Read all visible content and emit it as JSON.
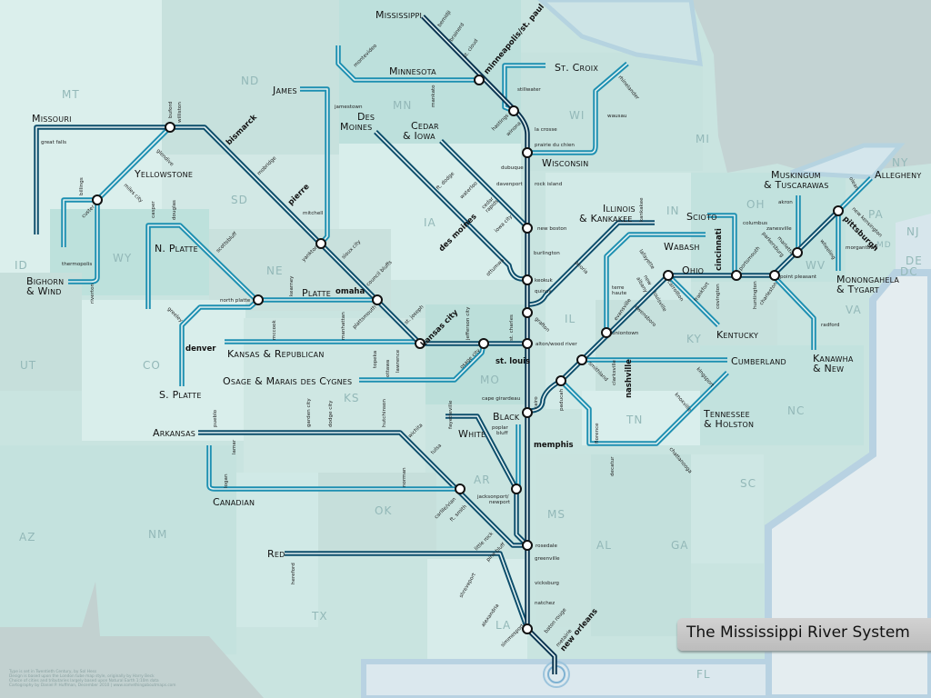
{
  "title": "The Mississippi River System",
  "credits": [
    "Type is set in Twentieth Century, by Sol Hess",
    "Design is based upon the London tube map style, originally by Harry Beck",
    "Choice of cities and tributaries largely based upon Natural Earth 1:10m data",
    "Cartography by Daniel P. Huffman, December 2010 | www.somethingaboutmaps.com"
  ],
  "colors": {
    "main_river": "#0c4d6b",
    "tributary": "#1d8fb1",
    "land": "#c9e4e0",
    "lakes": "#c3d3d3"
  },
  "states": {
    "MT": "MT",
    "ND": "ND",
    "MN": "MN",
    "WI": "WI",
    "MI": "MI",
    "SD": "SD",
    "IA": "IA",
    "IN": "IN",
    "OH": "OH",
    "PA": "PA",
    "NY": "NY",
    "NJ": "NJ",
    "MD": "MD",
    "DE": "DE",
    "DC": "DC",
    "WY": "WY",
    "NE": "NE",
    "IL": "IL",
    "WV": "WV",
    "VA": "VA",
    "KY": "KY",
    "ID": "ID",
    "UT": "UT",
    "CO": "CO",
    "KS": "KS",
    "MO": "MO",
    "TN": "TN",
    "NC": "NC",
    "AR": "AR",
    "OK": "OK",
    "MS": "MS",
    "AL": "AL",
    "GA": "GA",
    "SC": "SC",
    "AZ": "AZ",
    "NM": "NM",
    "TX": "TX",
    "LA": "LA",
    "FL": "FL"
  },
  "rivers": {
    "mississippi": "Mississippi",
    "minnesota": "Minnesota",
    "st_croix": "St. Croix",
    "james": "James",
    "missouri": "Missouri",
    "des_moines_1": "Des",
    "des_moines_2": "Moines",
    "cedar_1": "Cedar",
    "cedar_2": "& Iowa",
    "wisconsin": "Wisconsin",
    "yellowstone": "Yellowstone",
    "illinois_1": "Illinois",
    "illinois_2": "& Kankakee",
    "scioto": "Scioto",
    "muskingum_1": "Muskingum",
    "muskingum_2": "& Tuscarawas",
    "allegheny": "Allegheny",
    "n_platte": "N. Platte",
    "platte": "Platte",
    "wabash": "Wabash",
    "ohio": "Ohio",
    "bighorn_1": "Bighorn",
    "bighorn_2": "& Wind",
    "monongahela_1": "Monongahela",
    "monongahela_2": "& Tygart",
    "kansas": "Kansas & Republican",
    "kentucky": "Kentucky",
    "kanawha_1": "Kanawha",
    "kanawha_2": "& New",
    "osage": "Osage & Marais des Cygnes",
    "cumberland": "Cumberland",
    "s_platte": "S. Platte",
    "black": "Black",
    "tennessee_1": "Tennessee",
    "tennessee_2": "& Holston",
    "white": "White",
    "arkansas": "Arkansas",
    "canadian": "Canadian",
    "red": "Red"
  },
  "cities": {
    "bemidji": "bemidji",
    "brainerd": "brainerd",
    "st_cloud": "st. cloud",
    "minneapolis": "minneapolis/st. paul",
    "montevideo": "montevideo",
    "mankato": "mankato",
    "stillwater": "stillwater",
    "hastings": "hastings",
    "winona": "winona",
    "la_crosse": "la crosse",
    "prairie_du_chien": "prairie du chien",
    "dubuque": "dubuque",
    "davenport": "davenport",
    "rock_island": "rock island",
    "new_boston": "new boston",
    "burlington": "burlington",
    "keokuk": "keokuk",
    "quincy": "quincy",
    "grafton": "grafton",
    "alton": "alton/wood river",
    "st_charles": "st. charles",
    "st_louis": "st. louis",
    "cape_girardeau": "cape girardeau",
    "cairo": "cairo",
    "memphis": "memphis",
    "rosedale": "rosedale",
    "greenville": "greenville",
    "vicksburg": "vicksburg",
    "natchez": "natchez",
    "baton_rouge": "baton rouge",
    "metairie": "metairie",
    "new_orleans": "new orleans",
    "simmesport": "simmesport",
    "rhinelander": "rhinelander",
    "wausau": "wausau",
    "great_falls": "great falls",
    "buford": "buford",
    "williston": "williston",
    "glendive": "glendive",
    "miles_city": "miles city",
    "billings": "billings",
    "custer": "custer",
    "thermopolis": "thermopolis",
    "riverton": "riverton",
    "bismarck": "bismarck",
    "mobridge": "mobridge",
    "pierre": "pierre",
    "mitchell": "mitchell",
    "jamestown": "jamestown",
    "yankton": "yankton",
    "sioux_city": "sioux city",
    "council_bluffs": "council bluffs",
    "omaha": "omaha",
    "plattsmouth": "plattsmouth",
    "st_joseph": "st. joseph",
    "kansas_city": "kansas city",
    "casper": "casper",
    "douglas": "douglas",
    "scottsbluff": "scottsbluff",
    "kearney": "kearney",
    "north_platte": "north platte",
    "greeley": "greeley",
    "denver": "denver",
    "mccook": "mccook",
    "manhattan": "manhattan",
    "topeka": "topeka",
    "ottawa": "ottawa",
    "lawrence": "lawrence",
    "jefferson_city": "jefferson city",
    "osage_city": "osage city",
    "ft_dodge": "ft. dodge",
    "waterloo": "waterloo",
    "cedar_rapids_1": "cedar",
    "cedar_rapids_2": "rapids",
    "iowa_city": "iowa city",
    "des_moines": "des moines",
    "ottumwa": "ottumwa",
    "peoria": "peoria",
    "kankakee": "kankakee",
    "lafayette": "lafayette",
    "terre_haute_1": "terre",
    "terre_haute_2": "haute",
    "new_albany_1": "new",
    "new_albany_2": "albany",
    "louisville": "louisville",
    "evansville": "evansville",
    "owensboro": "owensboro",
    "uniontown": "uniontown",
    "carrollton": "carrollton",
    "frankfort": "frankfort",
    "covington": "covington",
    "cincinnati": "cincinnati",
    "portsmouth": "portsmouth",
    "huntington": "huntington",
    "charleston": "charleston",
    "point_pleasant": "point pleasant",
    "parkersburg": "parkersburg",
    "marietta": "marietta",
    "zanesville": "zanesville",
    "akron": "akron",
    "columbus": "columbus",
    "wheeling": "wheeling",
    "new_kensington": "new kensington",
    "pittsburgh": "pittsburgh",
    "olean": "olean",
    "morgantown": "morgantown",
    "radford": "radford",
    "smithland": "smithland",
    "clarksville": "clarksville",
    "nashville": "nashville",
    "paducah": "paducah",
    "kingsport": "kingsport",
    "knoxville": "knoxville",
    "chattanooga": "chattanooga",
    "florence": "florence",
    "decatur": "decatur",
    "pueblo": "pueblo",
    "lamar": "lamar",
    "garden_city": "garden city",
    "dodge_city": "dodge city",
    "hutchinson": "hutchinson",
    "wichita": "wichita",
    "fayetteville": "fayetteville",
    "tulsa": "tulsa",
    "logan": "logan",
    "norman": "norman",
    "poplar_bluff_1": "poplar",
    "poplar_bluff_2": "bluff",
    "jacksonport_1": "jacksonport/",
    "jacksonport_2": "newport",
    "carlile": "carlile/vian",
    "ft_smith": "ft. smith",
    "little_rock": "little rock",
    "pine_bluff": "pine bluff",
    "hereford": "hereford",
    "shreveport": "shreveport",
    "alexandria": "alexandria"
  }
}
